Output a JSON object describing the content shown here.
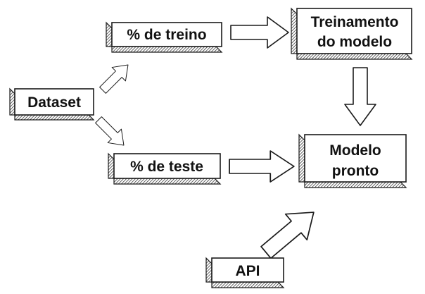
{
  "nodes": {
    "dataset": {
      "label": "Dataset"
    },
    "train_split": {
      "label": "% de treino"
    },
    "test_split": {
      "label": "% de teste"
    },
    "training": {
      "line1": "Treinamento",
      "line2": "do modelo"
    },
    "ready_model": {
      "line1": "Modelo",
      "line2": "pronto"
    },
    "api": {
      "label": "API"
    }
  }
}
